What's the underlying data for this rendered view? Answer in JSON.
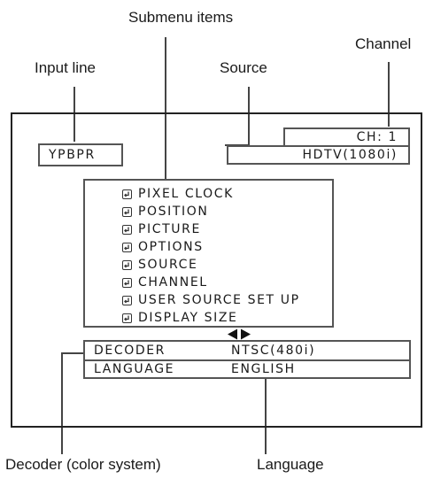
{
  "callouts": {
    "submenu_items": "Submenu items",
    "channel": "Channel",
    "input_line": "Input line",
    "source": "Source",
    "decoder": "Decoder (color system)",
    "language": "Language"
  },
  "osd": {
    "input": "YPBPR",
    "channel": "CH:  1",
    "source": "HDTV(1080i)",
    "menu_items": [
      {
        "label": "PIXEL CLOCK",
        "icon": "enter-icon"
      },
      {
        "label": "POSITION",
        "icon": "enter-icon"
      },
      {
        "label": "PICTURE",
        "icon": "enter-icon"
      },
      {
        "label": "OPTIONS",
        "icon": "enter-icon"
      },
      {
        "label": "SOURCE",
        "icon": "enter-icon"
      },
      {
        "label": "CHANNEL",
        "icon": "enter-icon"
      },
      {
        "label": "USER SOURCE SET UP",
        "icon": "enter-icon"
      },
      {
        "label": "DISPLAY SIZE",
        "icon": "enter-icon"
      }
    ],
    "adjust_arrows_icon": "left-right-arrows-icon",
    "settings": [
      {
        "name": "DECODER",
        "value": "NTSC(480i)"
      },
      {
        "name": "LANGUAGE",
        "value": "ENGLISH"
      }
    ]
  }
}
